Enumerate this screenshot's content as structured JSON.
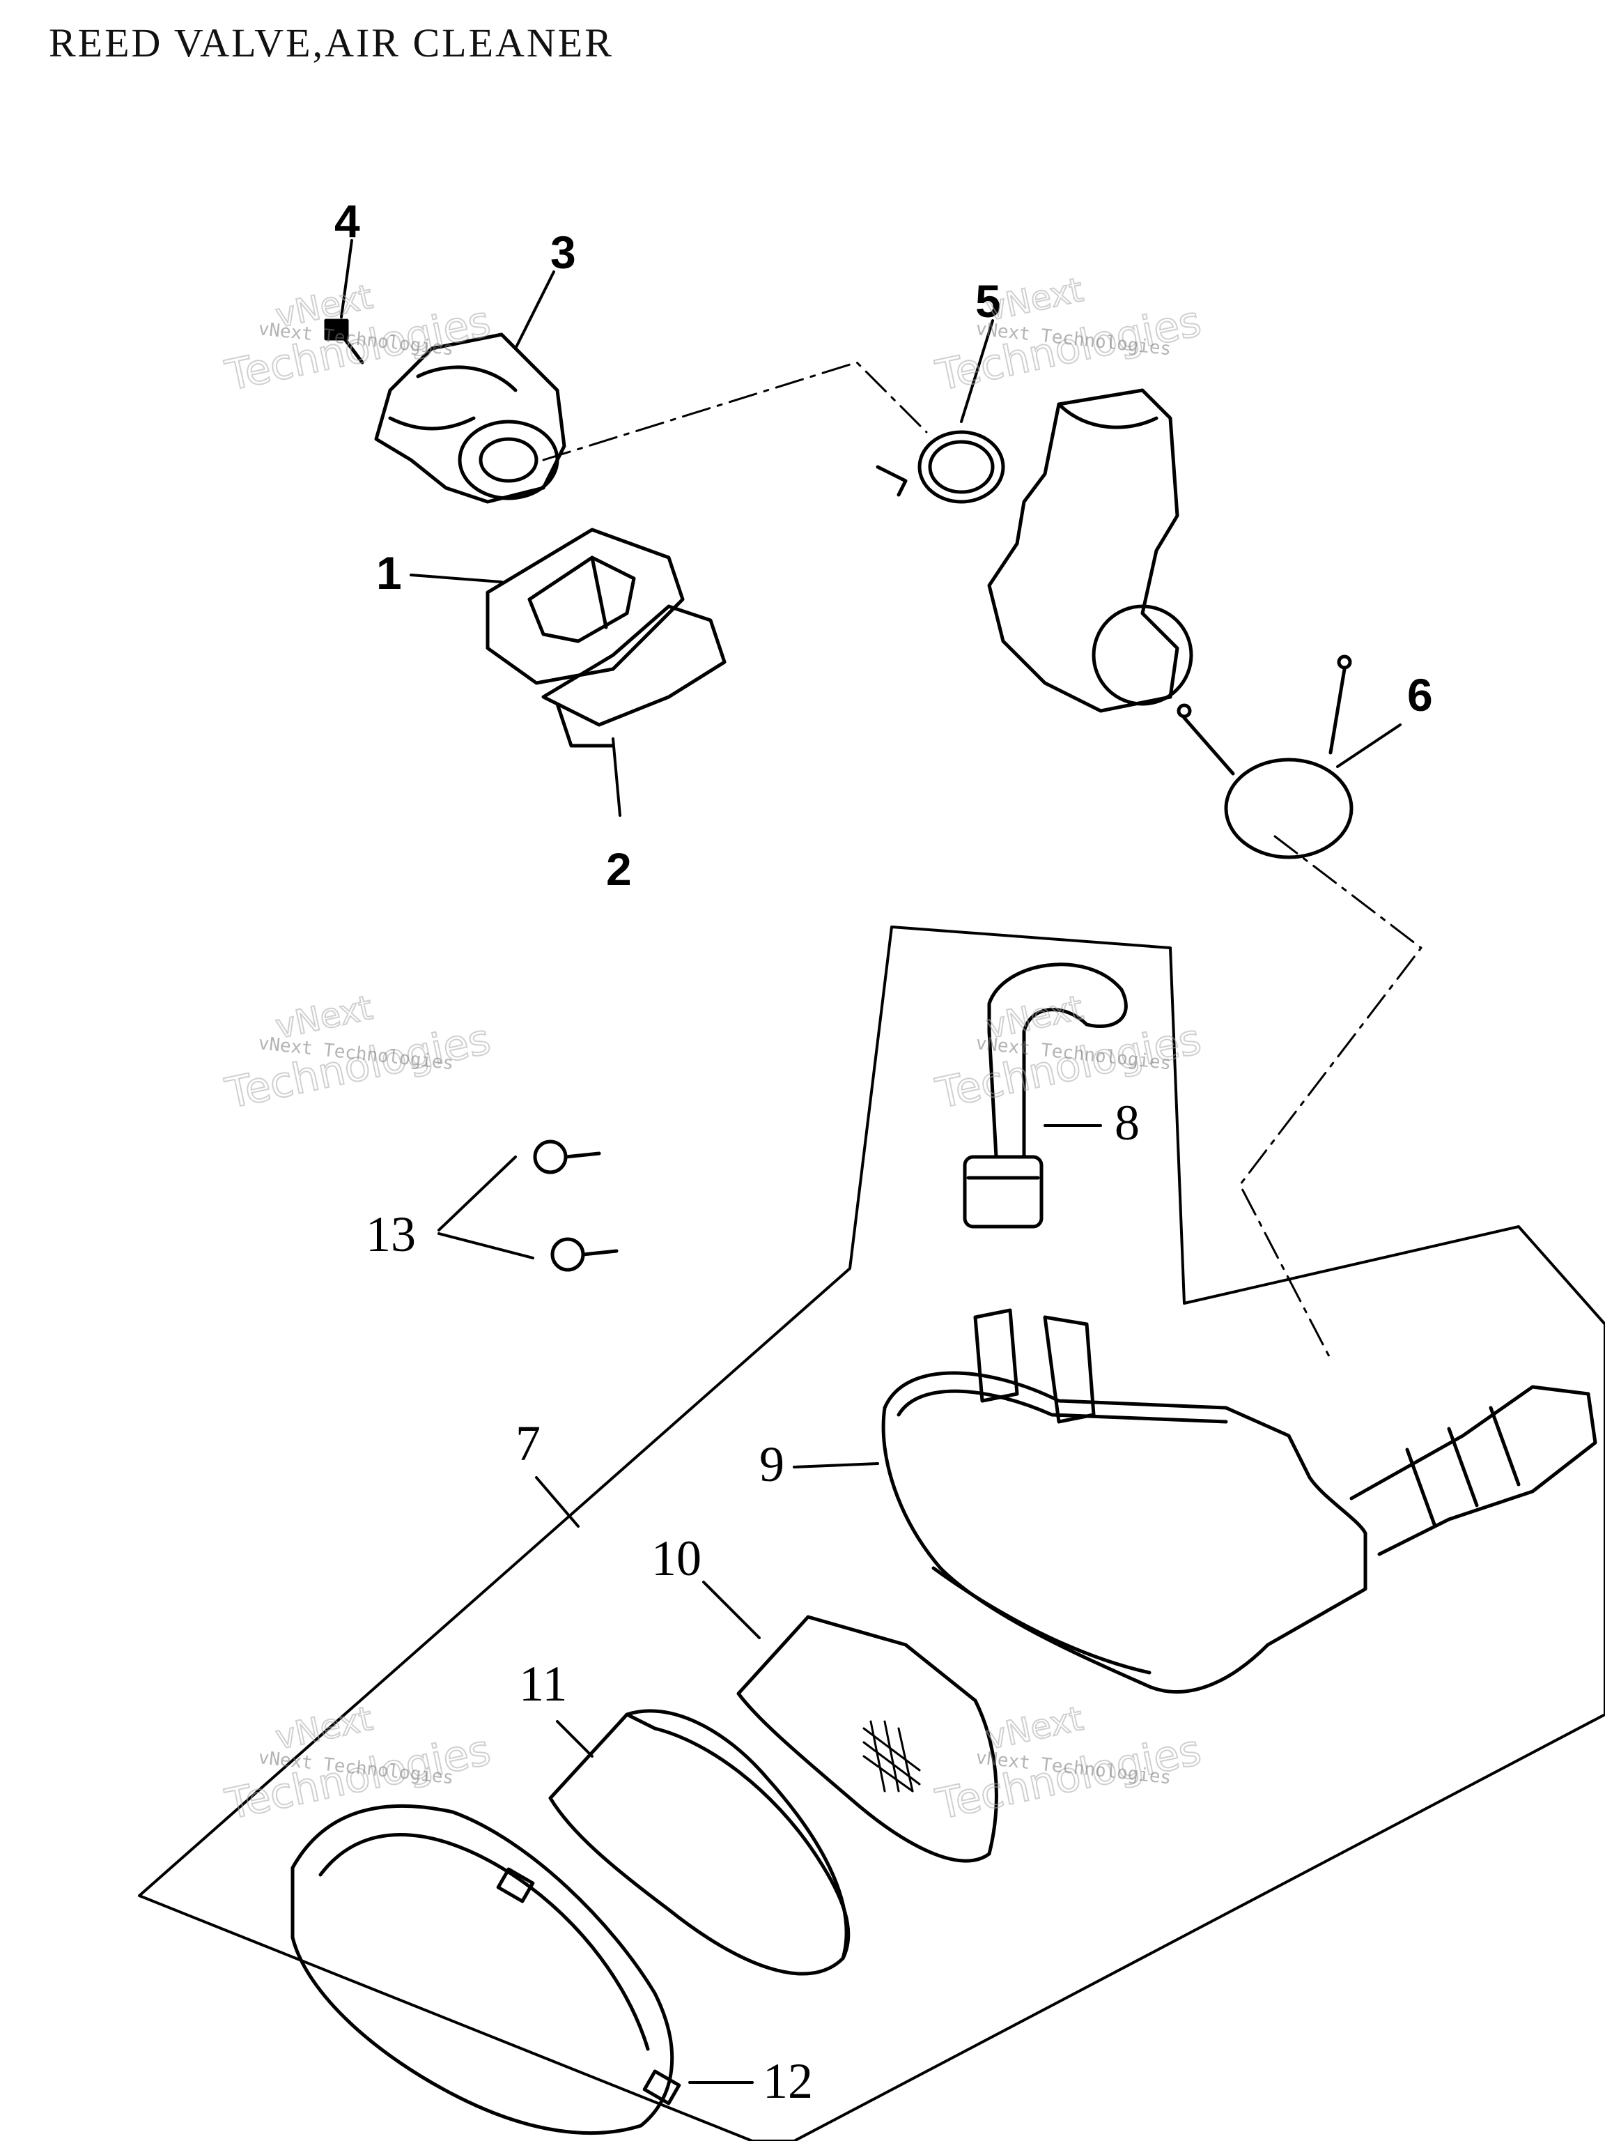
{
  "title": "REED VALVE,AIR CLEANER",
  "callouts": {
    "c1": "1",
    "c2": "2",
    "c3": "3",
    "c4": "4",
    "c5": "5",
    "c6": "6",
    "c7": "7",
    "c8": "8",
    "c9": "9",
    "c10": "10",
    "c11": "11",
    "c12": "12",
    "c13": "13"
  },
  "watermark": {
    "line1": "vNext Technologies",
    "line2": "vNext",
    "line3": "Technologies"
  },
  "colors": {
    "ink": "#000000",
    "background": "#ffffff",
    "watermark": "#888888"
  }
}
